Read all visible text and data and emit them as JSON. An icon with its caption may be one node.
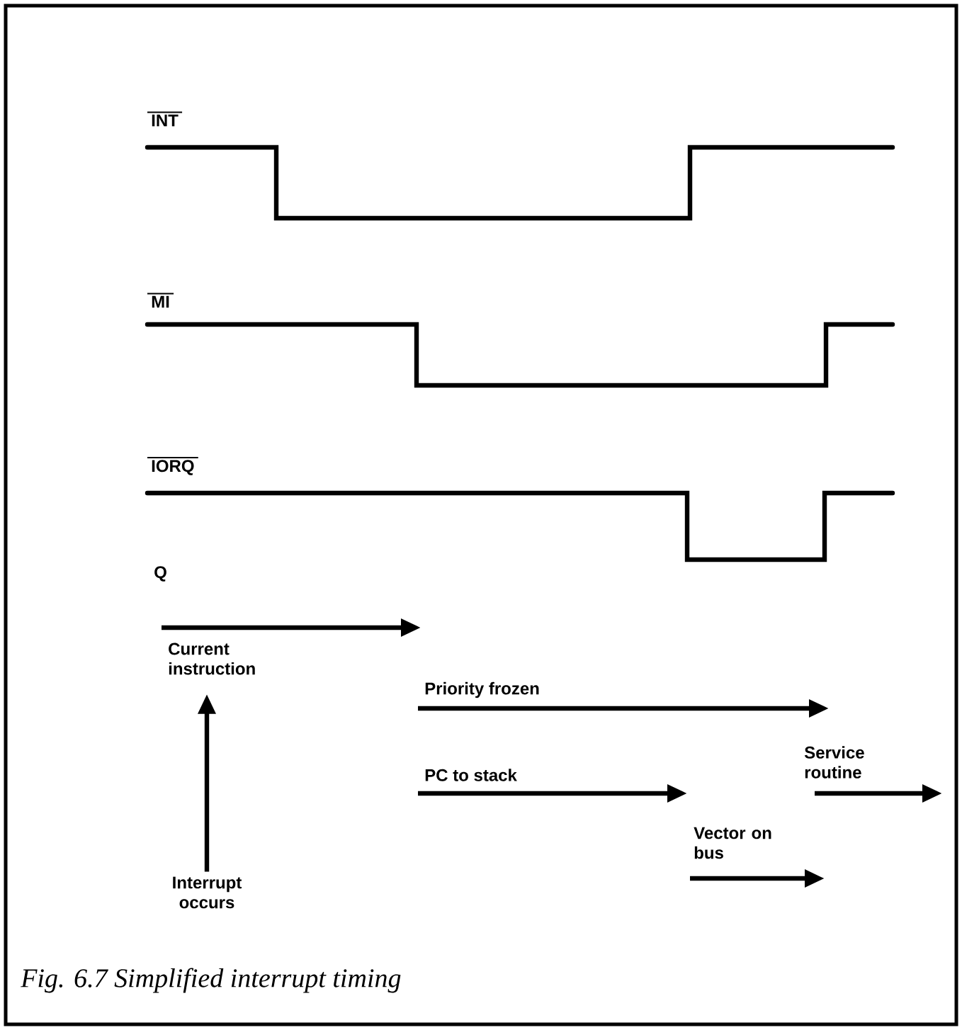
{
  "diagram": {
    "caption": "Fig. 6.7 Simplified interrupt timing",
    "nodes": [
      {
        "text": [
          "Interrupt occurs"
        ]
      },
      {
        "text": [
          "Current instruction"
        ]
      }
    ],
    "edges": [
      {
        "from": 0,
        "to": 1,
        "arrow": "to"
      }
    ],
    "labels": [
      "INT",
      "MI",
      "IORQ",
      "Q",
      "Priority frozen",
      "PC to stack",
      "Service routine",
      "Vector on bus"
    ]
  }
}
